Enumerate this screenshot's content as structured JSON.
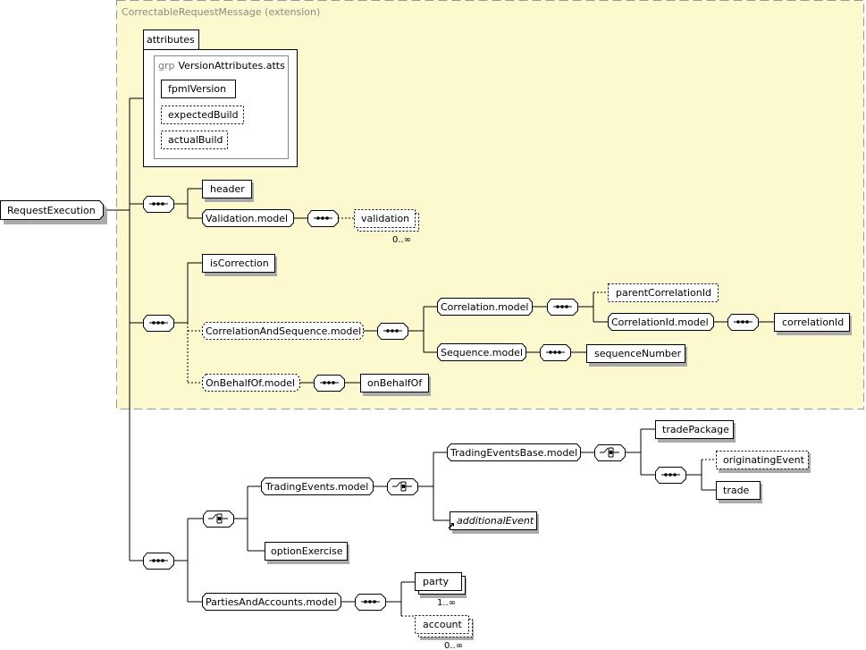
{
  "extension_label": "CorrectableRequestMessage (extension)",
  "attributes": {
    "tab": "attributes",
    "group_prefix": "grp",
    "group_name": "VersionAttributes.atts",
    "items": [
      "fpmlVersion",
      "expectedBuild",
      "actualBuild"
    ]
  },
  "root": "RequestExecution",
  "elements": {
    "header": "header",
    "validation_model": "Validation.model",
    "validation": "validation",
    "validation_card": "0..∞",
    "is_correction": "isCorrection",
    "correlation_and_sequence_model": "CorrelationAndSequence.model",
    "correlation_model": "Correlation.model",
    "parent_correlation_id": "parentCorrelationId",
    "correlation_id_model": "CorrelationId.model",
    "correlation_id": "correlationId",
    "sequence_model": "Sequence.model",
    "sequence_number": "sequenceNumber",
    "on_behalf_of_model": "OnBehalfOf.model",
    "on_behalf_of": "onBehalfOf",
    "trading_events_model": "TradingEvents.model",
    "trading_events_base_model": "TradingEventsBase.model",
    "trade_package": "tradePackage",
    "originating_event": "originatingEvent",
    "trade": "trade",
    "additional_event": "additionalEvent",
    "option_exercise": "optionExercise",
    "parties_and_accounts_model": "PartiesAndAccounts.model",
    "party": "party",
    "party_card": "1..∞",
    "account": "account",
    "account_card": "0..∞"
  },
  "icons": {
    "sequence": "sequence-compositor-icon",
    "choice": "choice-compositor-icon",
    "substitution": "substitution-arrow-icon"
  }
}
